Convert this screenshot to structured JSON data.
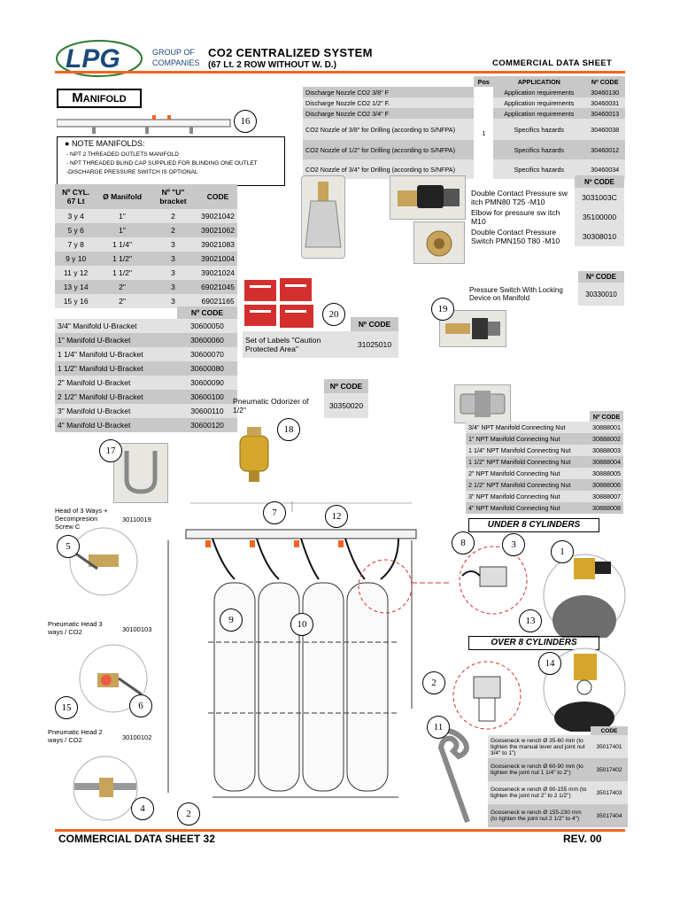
{
  "header": {
    "logo_text": "LPG",
    "logo_group": "GROUP OF",
    "logo_companies": "COMPANIES",
    "title": "CO2 CENTRALIZED SYSTEM",
    "subtitle": "(67 Lt. 2 ROW WITHOUT W. D.)",
    "right": "COMMERCIAL DATA SHEET"
  },
  "manifold_title": "Manifold",
  "nozzles": {
    "headers": [
      "Pos",
      "APPLICATION",
      "Nº CODE"
    ],
    "pos": "1",
    "rows": [
      {
        "name": "Discharge Nozzle CO2 3/8\" F",
        "app": "Application requirements",
        "code": "30460130"
      },
      {
        "name": "Discharge Nozzle CO2 1/2\" F.",
        "app": "Application requirements",
        "code": "30460031"
      },
      {
        "name": "Discharge Nozzle CO2 3/4\" F",
        "app": "Application requirements",
        "code": "30460013"
      },
      {
        "name": "CO2 Nozzle of 3/8\" for Drilling (according to S/NFPA)",
        "app": "Specifics hazards",
        "code": "30460038"
      },
      {
        "name": "CO2 Nozzle of 1/2\" for Drilling (according to S/NFPA)",
        "app": "Specifics hazards",
        "code": "30460012"
      },
      {
        "name": "CO2 Nozzle of 3/4\" for Drilling (according to S/NFPA)",
        "app": "Specifics hazards",
        "code": "30460034"
      }
    ]
  },
  "notes": {
    "title": "NOTE MANIFOLDS:",
    "lines": [
      "- NPT 2 THREADED OUTLETS MANIFOLD",
      "- NPT  THREADED BLIND CAP SUPPLIED FOR BLINDING ONE OUTLET",
      "-DISCHARGE PRESSURE SWITCH IS OPTIONAL"
    ]
  },
  "manifold_table": {
    "headers": [
      "Nº CYL. 67 Lt",
      "Ø Manifold",
      "Nº \"U\" bracket",
      "CODE"
    ],
    "rows": [
      [
        "3 y 4",
        "1\"",
        "2",
        "39021042"
      ],
      [
        "5 y 6",
        "1\"",
        "2",
        "39021062"
      ],
      [
        "7 y 8",
        "1 1/4\"",
        "3",
        "39021083"
      ],
      [
        "9 y 10",
        "1 1/2\"",
        "3",
        "39021004"
      ],
      [
        "11 y 12",
        "1 1/2\"",
        "3",
        "39021024"
      ],
      [
        "13 y 14",
        "2\"",
        "3",
        "69021045"
      ],
      [
        "15 y 16",
        "2\"",
        "3",
        "69021165"
      ]
    ]
  },
  "ubracket": {
    "header": "Nº CODE",
    "rows": [
      [
        "3/4\" Manifold U-Bracket",
        "30600050"
      ],
      [
        "1\" Manifold U-Bracket",
        "30600060"
      ],
      [
        "1 1/4\" Manifold U-Bracket",
        "30600070"
      ],
      [
        "1 1/2\" Manifold U-Bracket",
        "30600080"
      ],
      [
        "2\" Manifold U-Bracket",
        "30600090"
      ],
      [
        "2 1/2\" Manifold U-Bracket",
        "30600100"
      ],
      [
        "3\" Manifold U-Bracket",
        "30600110"
      ],
      [
        "4\" Manifold U-Bracket",
        "30600120"
      ]
    ]
  },
  "pressure_items": {
    "header": "Nº CODE",
    "rows": [
      [
        "Double Contact Pressure sw itch PMN80 T25 -M10",
        "3031003C"
      ],
      [
        "Elbow  for pressure sw itch M10",
        "35100000"
      ],
      [
        "Double Contact Pressure Switch PMN150 T80 -M10",
        "30308010"
      ]
    ]
  },
  "pressure_lock": {
    "header": "Nº CODE",
    "label": "Pressure Switch With Locking Device on Manifold",
    "code": "30330010"
  },
  "labels": {
    "header": "Nº CODE",
    "label": "Set of Labels \"Caution Protected Area\"",
    "code": "31025010"
  },
  "odorizer": {
    "header": "Nº CODE",
    "label": "Pneumatic Odorizer of 1/2\"",
    "code": "30350020"
  },
  "nuts": {
    "header": "Nº CODE",
    "rows": [
      [
        "3/4\" NPT Manifold Connecting Nut",
        "30888001"
      ],
      [
        "1\" NPT Manifold Connecting Nut",
        "30888002"
      ],
      [
        "1 1/4\" NPT Manifold Connecting Nut",
        "30888003"
      ],
      [
        "1 1/2\" NPT Manifold Connecting Nut",
        "30888004"
      ],
      [
        "2\" NPT Manifold Connecting Nut",
        "30888005"
      ],
      [
        "2 1/2\" NPT Manifold Connecting Nut",
        "30888006"
      ],
      [
        "3\" NPT Manifold Connecting Nut",
        "30888007"
      ],
      [
        "4\" NPT Manifold Connecting Nut",
        "30888008"
      ]
    ]
  },
  "head3": {
    "label": "Head of 3 Ways + Decompresion Screw C",
    "code": "30110019"
  },
  "phead3": {
    "label": "Pneumatic Head 3 ways / CO2",
    "code": "30100103"
  },
  "phead2": {
    "label": "Pneumatic Head 2 ways / CO2",
    "code": "30100102"
  },
  "under8": "UNDER 8 CYLINDERS",
  "over8": "OVER 8 CYLINDERS",
  "wrench": {
    "header": "CODE",
    "rows": [
      [
        "Gooseneck w rench  Ø 35-60 mm (to tighten the manual lever and joint nut 3/4\" to 1\")",
        "35017401"
      ],
      [
        "Gooseneck w rench  Ø 60-90 mm (to tighten the joint nut 1 1/4\" to 2\")",
        "35017402"
      ],
      [
        "Gooseneck w rench  Ø 90-155 mm (to tighten the joint nut 2\" to 2 1/2\")",
        "35017403"
      ],
      [
        "Gooseneck w rench  Ø 155-230 mm (to tighten the joint nut 2 1/2\" to 4\")",
        "35017404"
      ]
    ]
  },
  "callouts": [
    "16",
    "20",
    "19",
    "18",
    "17",
    "7",
    "12",
    "5",
    "8",
    "3",
    "1",
    "9",
    "10",
    "13",
    "14",
    "2",
    "15",
    "6",
    "11",
    "4",
    "2"
  ],
  "footer": {
    "left": "COMMERCIAL DATA SHEET 32",
    "right": "REV. 00"
  },
  "colors": {
    "accent": "#f26522",
    "logo": "#1a4a7a",
    "shade": "#c8c8c8"
  }
}
